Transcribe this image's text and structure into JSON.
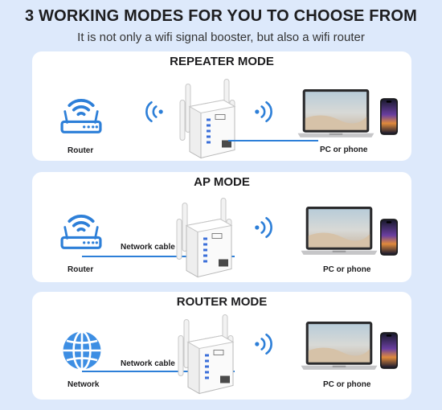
{
  "header": {
    "title": "3 WORKING MODES FOR YOU TO CHOOSE FROM",
    "subtitle": "It is not only a wifi signal booster, but also a wifi router"
  },
  "modes": [
    {
      "title": "REPEATER MODE",
      "source_label": "Router",
      "client_label": "PC or phone"
    },
    {
      "title": "AP MODE",
      "source_label": "Router",
      "cable_label": "Network cable",
      "client_label": "PC or phone"
    },
    {
      "title": "ROUTER MODE",
      "source_label": "Network",
      "cable_label": "Network cable",
      "client_label": "PC or phone"
    }
  ],
  "colors": {
    "background": "#dde9fb",
    "panel": "#ffffff",
    "accent_blue": "#2d7fd8"
  },
  "icons": [
    "router-icon",
    "globe-icon",
    "wifi-signal-icon",
    "wifi-extender-device",
    "laptop-icon",
    "smartphone-icon"
  ]
}
